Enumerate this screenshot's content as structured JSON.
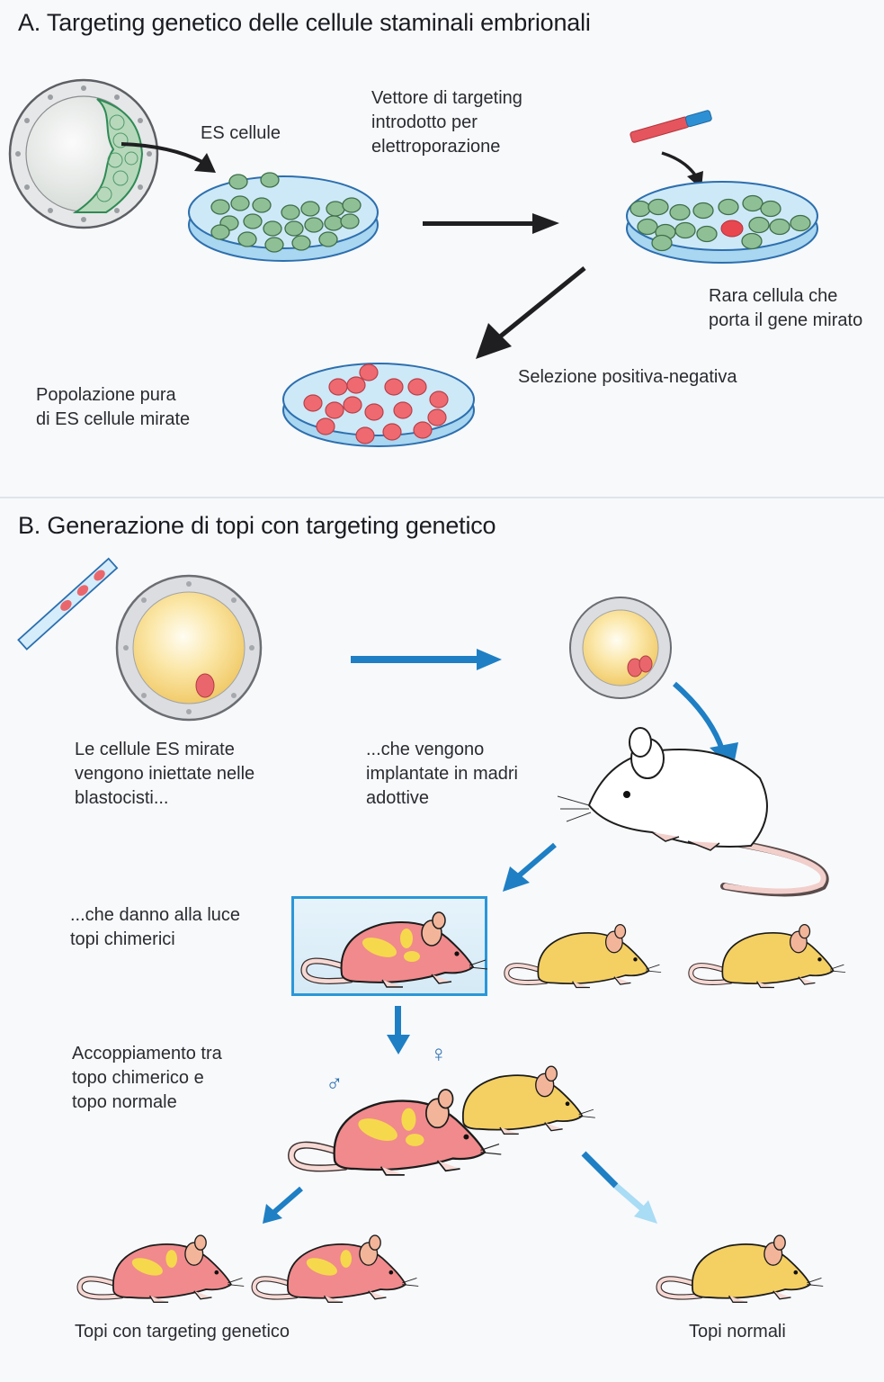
{
  "sectionA": {
    "title": "A. Targeting genetico delle cellule staminali embrionali",
    "labels": {
      "es_cells": "ES cellule",
      "vector": "Vettore di targeting\nintrodotto per\nelettroporazione",
      "rare_cell": "Rara cellula che\nporta il gene mirato",
      "selection": "Selezione positiva-negativa",
      "pure_population": "Popolazione pura\ndi ES cellule mirate"
    }
  },
  "sectionB": {
    "title": "B. Generazione di topi con targeting genetico",
    "labels": {
      "injected": "Le cellule ES mirate\nvengono iniettate nelle\nblastocisti...",
      "implanted": "...che vengono\nimplantate in madri\nadottive",
      "chimeric": "...che danno alla luce\ntopi chimerici",
      "mating": "Accoppiamento tra\ntopo chimerico e\ntopo normale",
      "targeted_mice": "Topi con targeting genetico",
      "normal_mice": "Topi normali"
    },
    "symbols": {
      "male": "♂",
      "female": "♀"
    }
  },
  "colors": {
    "es_cell_green": "#8fbf94",
    "targeted_cell_red": "#e9676c",
    "dish_blue": "#bfe1f4",
    "arrow_dark": "#1f1f22",
    "arrow_blue": "#1e7fc4",
    "arrow_light_blue": "#a9dcf5",
    "chimera_pink": "#f08a8c",
    "chimera_patch_yellow": "#f6d84d",
    "normal_mouse_yellow": "#f4cf62",
    "highlight_box": "#2a97d8"
  }
}
